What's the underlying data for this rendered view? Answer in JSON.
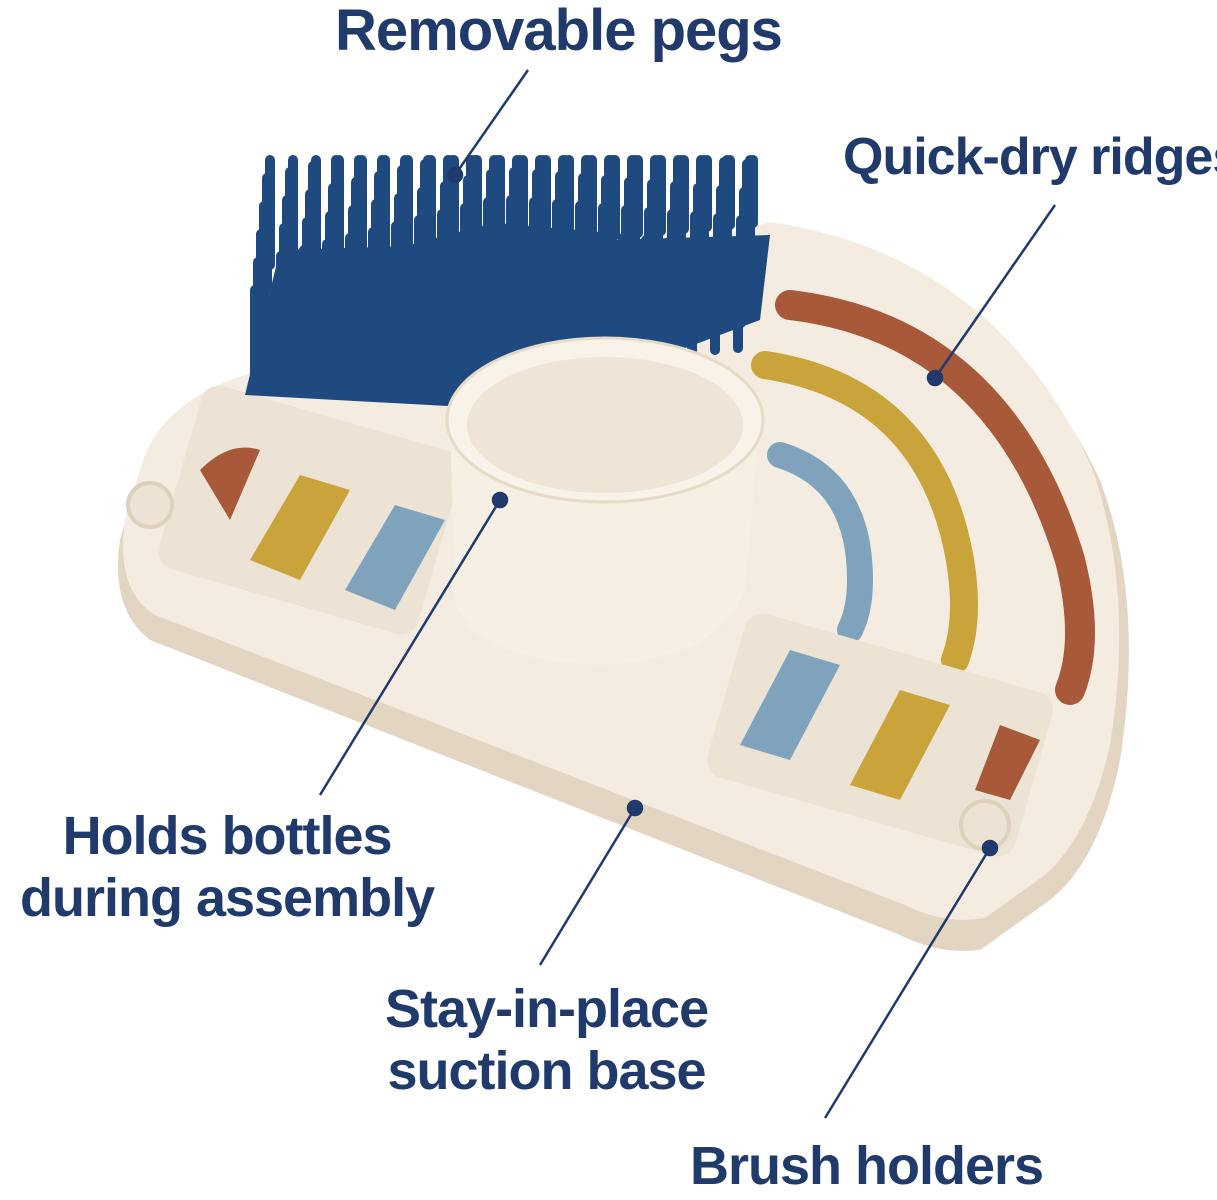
{
  "labels": {
    "removable_pegs": "Removable pegs",
    "quick_dry_ridges": "Quick-dry ridges",
    "holds_bottles_line1": "Holds bottles",
    "holds_bottles_line2": "during assembly",
    "stay_in_place_line1": "Stay-in-place",
    "stay_in_place_line2": "suction base",
    "brush_holders": "Brush holders"
  },
  "colors": {
    "text": "#1f3a6b",
    "leader": "#1f3a6b",
    "base": "#f4ece0",
    "base_shadow": "#e2d5c2",
    "pegs": "#1f4a80",
    "rust": "#a8593a",
    "mustard": "#c9a43a",
    "dusty_blue": "#7fa3bd"
  },
  "icons": [
    "drying-rack-illustration"
  ]
}
